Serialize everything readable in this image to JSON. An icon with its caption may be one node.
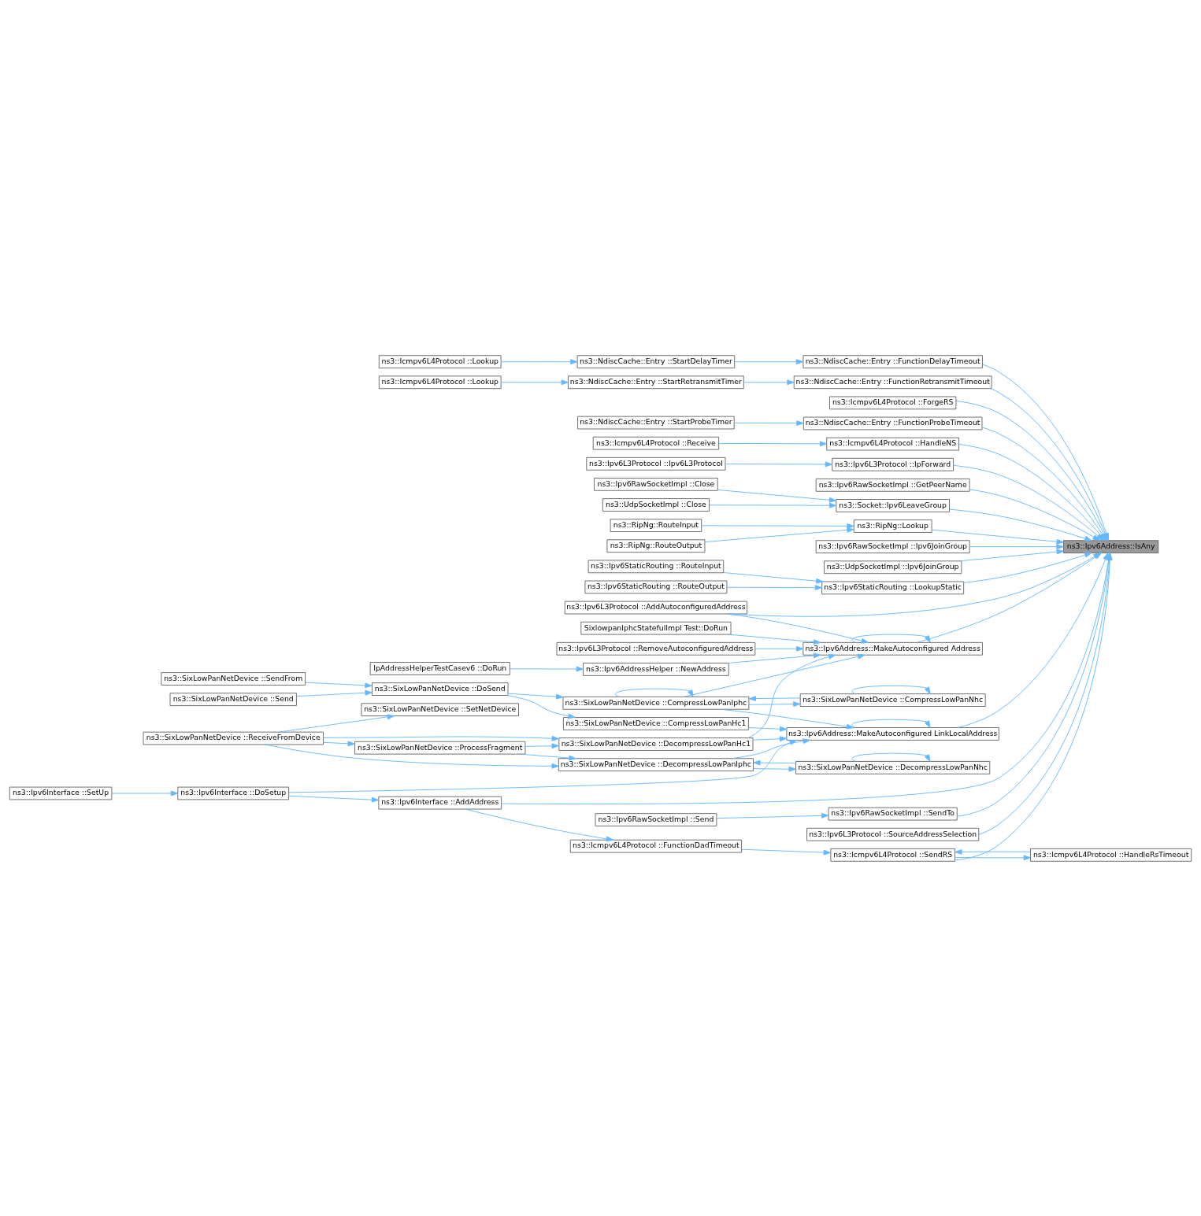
{
  "diagram": {
    "nodes": [
      {
        "text": [
          "ns3::Ipv6Address::IsAny"
        ]
      },
      {
        "text": [
          "ns3::NdiscCache::Entry ::FunctionDelayTimeout"
        ]
      },
      {
        "text": [
          "ns3::NdiscCache::Entry ::StartDelayTimer"
        ]
      },
      {
        "text": [
          "ns3::Icmpv6L4Protocol ::Lookup"
        ]
      },
      {
        "text": [
          "ns3::NdiscCache::Entry ::FunctionRetransmitTimeout"
        ]
      },
      {
        "text": [
          "ns3::NdiscCache::Entry ::StartRetransmitTimer"
        ]
      },
      {
        "text": [
          "ns3::Icmpv6L4Protocol ::Lookup"
        ]
      },
      {
        "text": [
          "ns3::Icmpv6L4Protocol ::ForgeRS"
        ]
      },
      {
        "text": [
          "ns3::NdiscCache::Entry ::FunctionProbeTimeout"
        ]
      },
      {
        "text": [
          "ns3::NdiscCache::Entry ::StartProbeTimer"
        ]
      },
      {
        "text": [
          "ns3::Icmpv6L4Protocol ::HandleNS"
        ]
      },
      {
        "text": [
          "ns3::Icmpv6L4Protocol ::Receive"
        ]
      },
      {
        "text": [
          "ns3::Ipv6L3Protocol ::IpForward"
        ]
      },
      {
        "text": [
          "ns3::Ipv6L3Protocol ::Ipv6L3Protocol"
        ]
      },
      {
        "text": [
          "ns3::Ipv6RawSocketImpl ::GetPeerName"
        ]
      },
      {
        "text": [
          "ns3::Socket::Ipv6LeaveGroup"
        ]
      },
      {
        "text": [
          "ns3::Ipv6RawSocketImpl ::Close"
        ]
      },
      {
        "text": [
          "ns3::UdpSocketImpl ::Close"
        ]
      },
      {
        "text": [
          "ns3::RipNg::Lookup"
        ]
      },
      {
        "text": [
          "ns3::RipNg::RouteInput"
        ]
      },
      {
        "text": [
          "ns3::RipNg::RouteOutput"
        ]
      },
      {
        "text": [
          "ns3::Ipv6RawSocketImpl ::Ipv6JoinGroup"
        ]
      },
      {
        "text": [
          "ns3::UdpSocketImpl ::Ipv6JoinGroup"
        ]
      },
      {
        "text": [
          "ns3::Ipv6StaticRouting ::LookupStatic"
        ]
      },
      {
        "text": [
          "ns3::Ipv6StaticRouting ::RouteInput"
        ]
      },
      {
        "text": [
          "ns3::Ipv6StaticRouting ::RouteOutput"
        ]
      },
      {
        "text": [
          "ns3::Ipv6L3Protocol ::AddAutoconfiguredAddress"
        ]
      },
      {
        "text": [
          "ns3::Ipv6Address::MakeAutoconfigured Address"
        ]
      },
      {
        "text": [
          "SixlowpanIphcStatefulImpl Test::DoRun"
        ]
      },
      {
        "text": [
          "ns3::Ipv6L3Protocol ::RemoveAutoconfiguredAddress"
        ]
      },
      {
        "text": [
          "IpAddressHelperTestCasev6 ::DoRun"
        ]
      },
      {
        "text": [
          "ns3::Ipv6AddressHelper ::NewAddress"
        ]
      },
      {
        "text": [
          "ns3::SixLowPanNetDevice ::CompressLowPanNhc"
        ]
      },
      {
        "text": [
          "ns3::SixLowPanNetDevice ::CompressLowPanIphc"
        ]
      },
      {
        "text": [
          "ns3::SixLowPanNetDevice ::SendFrom"
        ]
      },
      {
        "text": [
          "ns3::SixLowPanNetDevice ::DoSend"
        ]
      },
      {
        "text": [
          "ns3::SixLowPanNetDevice ::Send"
        ]
      },
      {
        "text": [
          "ns3::SixLowPanNetDevice ::CompressLowPanHc1"
        ]
      },
      {
        "text": [
          "ns3::Ipv6Address::MakeAutoconfigured LinkLocalAddress"
        ]
      },
      {
        "text": [
          "ns3::SixLowPanNetDevice ::SetNetDevice"
        ]
      },
      {
        "text": [
          "ns3::SixLowPanNetDevice ::ReceiveFromDevice"
        ]
      },
      {
        "text": [
          "ns3::SixLowPanNetDevice ::ProcessFragment"
        ]
      },
      {
        "text": [
          "ns3::SixLowPanNetDevice ::DecompressLowPanHc1"
        ]
      },
      {
        "text": [
          "ns3::SixLowPanNetDevice ::DecompressLowPanIphc"
        ]
      },
      {
        "text": [
          "ns3::SixLowPanNetDevice ::DecompressLowPanNhc"
        ]
      },
      {
        "text": [
          "ns3::Ipv6Interface ::SetUp"
        ]
      },
      {
        "text": [
          "ns3::Ipv6Interface ::DoSetup"
        ]
      },
      {
        "text": [
          "ns3::Ipv6Interface ::AddAddress"
        ]
      },
      {
        "text": [
          "ns3::Icmpv6L4Protocol ::HandleRsTimeout"
        ]
      },
      {
        "text": [
          "ns3::Icmpv6L4Protocol ::SendRS"
        ]
      },
      {
        "text": [
          "ns3::Icmpv6L4Protocol ::FunctionDadTimeout"
        ]
      },
      {
        "text": [
          "ns3::Ipv6RawSocketImpl ::SendTo"
        ]
      },
      {
        "text": [
          "ns3::Ipv6RawSocketImpl ::Send"
        ]
      },
      {
        "text": [
          "ns3::Ipv6L3Protocol ::SourceAddressSelection"
        ]
      }
    ],
    "edges": [
      {
        "from": 1,
        "to": 0,
        "arrow": "to"
      },
      {
        "from": 2,
        "to": 1,
        "arrow": "to"
      },
      {
        "from": 3,
        "to": 2,
        "arrow": "to"
      },
      {
        "from": 4,
        "to": 0,
        "arrow": "to"
      },
      {
        "from": 5,
        "to": 4,
        "arrow": "to"
      },
      {
        "from": 6,
        "to": 5,
        "arrow": "to"
      },
      {
        "from": 7,
        "to": 0,
        "arrow": "to"
      },
      {
        "from": 8,
        "to": 0,
        "arrow": "to"
      },
      {
        "from": 9,
        "to": 8,
        "arrow": "to"
      },
      {
        "from": 10,
        "to": 0,
        "arrow": "to"
      },
      {
        "from": 11,
        "to": 10,
        "arrow": "to"
      },
      {
        "from": 12,
        "to": 0,
        "arrow": "to"
      },
      {
        "from": 13,
        "to": 12,
        "arrow": "to"
      },
      {
        "from": 14,
        "to": 0,
        "arrow": "to"
      },
      {
        "from": 15,
        "to": 0,
        "arrow": "to"
      },
      {
        "from": 16,
        "to": 15,
        "arrow": "to"
      },
      {
        "from": 17,
        "to": 15,
        "arrow": "to"
      },
      {
        "from": 18,
        "to": 0,
        "arrow": "to"
      },
      {
        "from": 19,
        "to": 18,
        "arrow": "to"
      },
      {
        "from": 20,
        "to": 18,
        "arrow": "to"
      },
      {
        "from": 21,
        "to": 0,
        "arrow": "to"
      },
      {
        "from": 22,
        "to": 0,
        "arrow": "to"
      },
      {
        "from": 23,
        "to": 0,
        "arrow": "to"
      },
      {
        "from": 24,
        "to": 23,
        "arrow": "to"
      },
      {
        "from": 25,
        "to": 23,
        "arrow": "to"
      },
      {
        "from": 26,
        "to": 0,
        "arrow": "to"
      },
      {
        "from": 27,
        "to": 0,
        "arrow": "to"
      },
      {
        "from": 26,
        "to": 27,
        "arrow": "to"
      },
      {
        "from": 27,
        "to": 27,
        "arrow": "to"
      },
      {
        "from": 28,
        "to": 27,
        "arrow": "to"
      },
      {
        "from": 29,
        "to": 27,
        "arrow": "to"
      },
      {
        "from": 31,
        "to": 27,
        "arrow": "to"
      },
      {
        "from": 30,
        "to": 31,
        "arrow": "to"
      },
      {
        "from": 33,
        "to": 27,
        "arrow": "to"
      },
      {
        "from": 42,
        "to": 27,
        "arrow": "to"
      },
      {
        "from": 32,
        "to": 32,
        "arrow": "to"
      },
      {
        "from": 32,
        "to": 33,
        "arrow": "to"
      },
      {
        "from": 33,
        "to": 32,
        "arrow": "to"
      },
      {
        "from": 33,
        "to": 33,
        "arrow": "to"
      },
      {
        "from": 34,
        "to": 35,
        "arrow": "to"
      },
      {
        "from": 36,
        "to": 35,
        "arrow": "to"
      },
      {
        "from": 35,
        "to": 33,
        "arrow": "to"
      },
      {
        "from": 35,
        "to": 37,
        "arrow": "to"
      },
      {
        "from": 38,
        "to": 0,
        "arrow": "to"
      },
      {
        "from": 37,
        "to": 38,
        "arrow": "to"
      },
      {
        "from": 33,
        "to": 38,
        "arrow": "to"
      },
      {
        "from": 38,
        "to": 38,
        "arrow": "to"
      },
      {
        "from": 42,
        "to": 38,
        "arrow": "to"
      },
      {
        "from": 43,
        "to": 38,
        "arrow": "to"
      },
      {
        "from": 46,
        "to": 38,
        "arrow": "to"
      },
      {
        "from": 40,
        "to": 39,
        "arrow": "to"
      },
      {
        "from": 40,
        "to": 41,
        "arrow": "to"
      },
      {
        "from": 40,
        "to": 42,
        "arrow": "to"
      },
      {
        "from": 40,
        "to": 43,
        "arrow": "to"
      },
      {
        "from": 41,
        "to": 42,
        "arrow": "to"
      },
      {
        "from": 41,
        "to": 43,
        "arrow": "to"
      },
      {
        "from": 43,
        "to": 44,
        "arrow": "to"
      },
      {
        "from": 44,
        "to": 43,
        "arrow": "to"
      },
      {
        "from": 44,
        "to": 44,
        "arrow": "to"
      },
      {
        "from": 45,
        "to": 46,
        "arrow": "to"
      },
      {
        "from": 46,
        "to": 47,
        "arrow": "to"
      },
      {
        "from": 47,
        "to": 0,
        "arrow": "to"
      },
      {
        "from": 47,
        "to": 50,
        "arrow": "to"
      },
      {
        "from": 48,
        "to": 49,
        "arrow": "to"
      },
      {
        "from": 49,
        "to": 48,
        "arrow": "to"
      },
      {
        "from": 50,
        "to": 49,
        "arrow": "to"
      },
      {
        "from": 49,
        "to": 0,
        "arrow": "to"
      },
      {
        "from": 51,
        "to": 0,
        "arrow": "to"
      },
      {
        "from": 52,
        "to": 51,
        "arrow": "to"
      },
      {
        "from": 53,
        "to": 0,
        "arrow": "to"
      }
    ]
  }
}
